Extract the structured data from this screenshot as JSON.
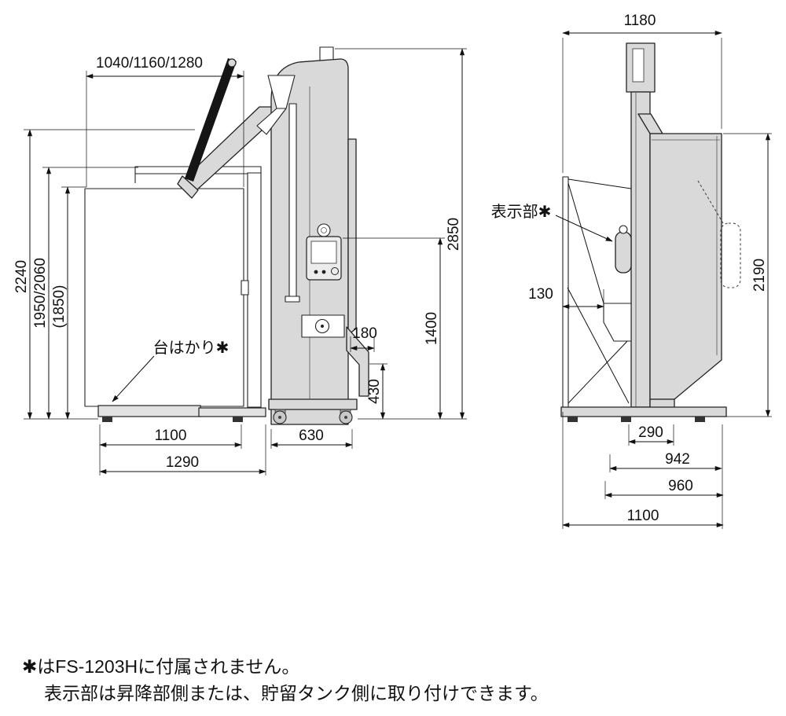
{
  "diagram": {
    "left_view": {
      "dim_container_widths": "1040/1160/1280",
      "dim_height_total": "2240",
      "dim_height_bar": "1950/2060",
      "dim_height_container": "(1850)",
      "dim_height_mast": "2850",
      "dim_height_panel": "1400",
      "dim_height_outlet": "430",
      "dim_chute_width": "180",
      "label_platform_scale": "台はかり✱",
      "dim_platform_width": "1100",
      "dim_base_width": "1290",
      "dim_mast_width": "630"
    },
    "right_view": {
      "dim_top_width": "1180",
      "label_display_unit": "表示部✱",
      "dim_offset": "130",
      "dim_height_tank": "2190",
      "dim_outlet_width": "290",
      "dim_body_width": "942",
      "dim_frame_width": "960",
      "dim_total_width": "1100"
    },
    "notes": {
      "line1": "✱はFS-1203Hに付属されません。",
      "line2": "表示部は昇降部側または、貯留タンク側に取り付けできます。"
    }
  }
}
